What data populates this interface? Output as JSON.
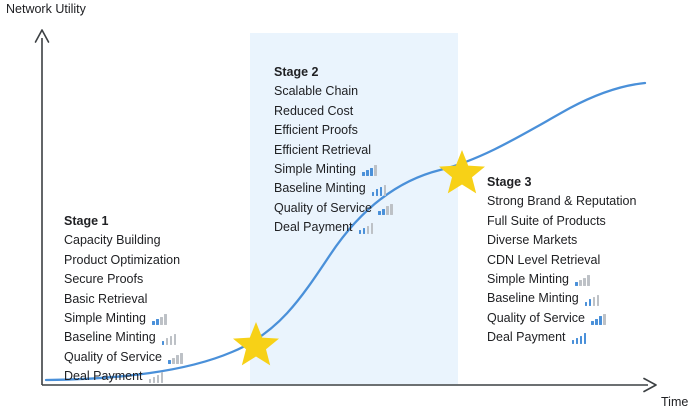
{
  "axes": {
    "y_label": "Network Utility",
    "x_label": "Time"
  },
  "colors": {
    "curve": "#4a90d9",
    "band": "#eaf4fd",
    "star": "#f7d117",
    "axis": "#3c4043",
    "signal_active": "#4a90d9",
    "signal_inactive": "#bdc1c6",
    "text": "#202124"
  },
  "chart_data": {
    "type": "line",
    "title": "",
    "xlabel": "Time",
    "ylabel": "Network Utility",
    "grid": false,
    "legend": "none",
    "curve_shape": "sigmoid",
    "x": [
      0,
      10,
      20,
      30,
      40,
      50,
      60,
      70,
      80,
      90,
      100
    ],
    "y": [
      2,
      4,
      8,
      16,
      30,
      50,
      70,
      83,
      91,
      95,
      97
    ],
    "xlim": [
      0,
      100
    ],
    "ylim": [
      0,
      100
    ],
    "annotations": [
      {
        "label": "Stage 1 → Stage 2 transition",
        "marker": "star",
        "x": 30,
        "y": 16
      },
      {
        "label": "Stage 2 → Stage 3 transition",
        "marker": "star",
        "x": 67,
        "y": 80
      }
    ],
    "shaded_region": {
      "label": "Stage 2",
      "x_start": 33,
      "x_end": 67
    }
  },
  "stages": [
    {
      "title": "Stage 1",
      "items": [
        {
          "label": "Capacity Building",
          "signal": null
        },
        {
          "label": "Product Optimization",
          "signal": null
        },
        {
          "label": "Secure Proofs",
          "signal": null
        },
        {
          "label": "Basic Retrieval",
          "signal": null
        },
        {
          "label": "Simple Minting",
          "signal": 2
        },
        {
          "label": "Baseline Minting",
          "signal": 1
        },
        {
          "label": "Quality of Service",
          "signal": 1
        },
        {
          "label": "Deal Payment",
          "signal": 0
        }
      ]
    },
    {
      "title": "Stage 2",
      "items": [
        {
          "label": "Scalable Chain",
          "signal": null
        },
        {
          "label": "Reduced Cost",
          "signal": null
        },
        {
          "label": "Efficient Proofs",
          "signal": null
        },
        {
          "label": "Efficient Retrieval",
          "signal": null
        },
        {
          "label": "Simple Minting",
          "signal": 3
        },
        {
          "label": "Baseline Minting",
          "signal": 3
        },
        {
          "label": "Quality of Service",
          "signal": 2
        },
        {
          "label": "Deal Payment",
          "signal": 2
        }
      ]
    },
    {
      "title": "Stage 3",
      "items": [
        {
          "label": "Strong Brand & Reputation",
          "signal": null
        },
        {
          "label": "Full Suite of Products",
          "signal": null
        },
        {
          "label": "Diverse Markets",
          "signal": null
        },
        {
          "label": "CDN Level Retrieval",
          "signal": null
        },
        {
          "label": "Simple Minting",
          "signal": 1
        },
        {
          "label": "Baseline Minting",
          "signal": 2
        },
        {
          "label": "Quality of Service",
          "signal": 3
        },
        {
          "label": "Deal Payment",
          "signal": 4
        }
      ]
    }
  ]
}
